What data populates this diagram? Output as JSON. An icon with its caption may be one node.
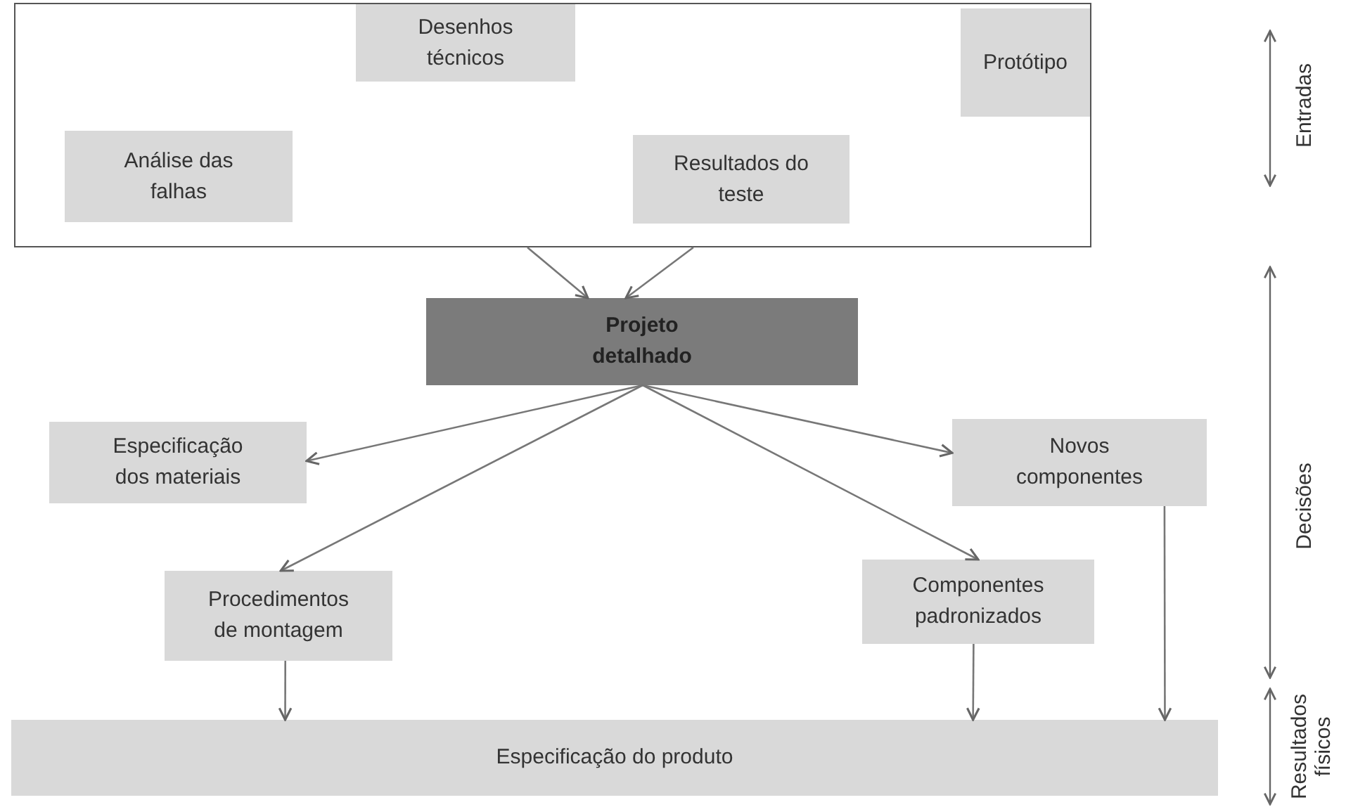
{
  "diagram": {
    "nodes": [
      {
        "text": [],
        "shape": "box"
      },
      {
        "text": [
          "Desenhos técnicos"
        ],
        "in": 0
      },
      {
        "text": [
          "Protótipo"
        ],
        "in": 0
      },
      {
        "text": [
          "Análise das falhas"
        ],
        "in": 0
      },
      {
        "text": [
          "Resultados do teste"
        ],
        "in": 0
      },
      {
        "text": [
          "Projeto detalhado"
        ]
      },
      {
        "text": [
          "Especificação dos materiais"
        ]
      },
      {
        "text": [
          "Novos componentes"
        ]
      },
      {
        "text": [
          "Procedimentos de montagem"
        ]
      },
      {
        "text": [
          "Componentes padronizados"
        ]
      },
      {
        "text": [
          "Especificação do produto"
        ]
      }
    ],
    "edges": [
      {
        "from": 0,
        "to": 5,
        "arrow": "to"
      },
      {
        "from": 0,
        "to": 5,
        "arrow": "to"
      },
      {
        "from": 5,
        "to": 6,
        "arrow": "to"
      },
      {
        "from": 5,
        "to": 7,
        "arrow": "to"
      },
      {
        "from": 5,
        "to": 8,
        "arrow": "to"
      },
      {
        "from": 5,
        "to": 9,
        "arrow": "to"
      },
      {
        "from": 8,
        "to": 10,
        "arrow": "to"
      },
      {
        "from": 9,
        "to": 10,
        "arrow": "to"
      },
      {
        "from": 7,
        "to": 10,
        "arrow": "to"
      }
    ],
    "labels": [
      "Entradas",
      "Decisões",
      "Resultados físicos"
    ]
  }
}
